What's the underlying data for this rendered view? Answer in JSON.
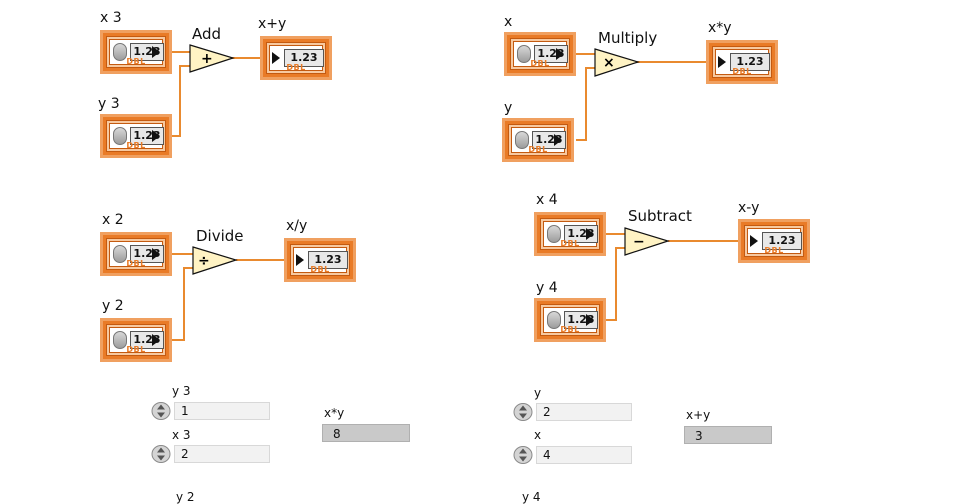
{
  "diagram": {
    "blocks": [
      {
        "id": "add",
        "op_label": "Add",
        "op_symbol": "+",
        "in1": "x 3",
        "in2": "y 3",
        "out": "x+y"
      },
      {
        "id": "multiply",
        "op_label": "Multiply",
        "op_symbol": "×",
        "in1": "x",
        "in2": "y",
        "out": "x*y"
      },
      {
        "id": "divide",
        "op_label": "Divide",
        "op_symbol": "÷",
        "in1": "x 2",
        "in2": "y 2",
        "out": "x/y"
      },
      {
        "id": "subtract",
        "op_label": "Subtract",
        "op_symbol": "−",
        "in1": "x 4",
        "in2": "y 4",
        "out": "x-y"
      }
    ],
    "terminal_value": "1.23",
    "terminal_type": "DBL",
    "wire_color": "#e98a2f",
    "terminal_color": "#e97b27",
    "node_fill": "#fff3c4"
  },
  "front_panel": {
    "left": {
      "controls": [
        {
          "label": "y 3",
          "value": "1"
        },
        {
          "label": "x 3",
          "value": "2"
        }
      ],
      "indicator": {
        "label": "x*y",
        "value": "8"
      },
      "cut_label": "y 2"
    },
    "right": {
      "controls": [
        {
          "label": "y",
          "value": "2"
        },
        {
          "label": "x",
          "value": "4"
        }
      ],
      "indicator": {
        "label": "x+y",
        "value": "3"
      },
      "cut_label": "y 4"
    }
  }
}
